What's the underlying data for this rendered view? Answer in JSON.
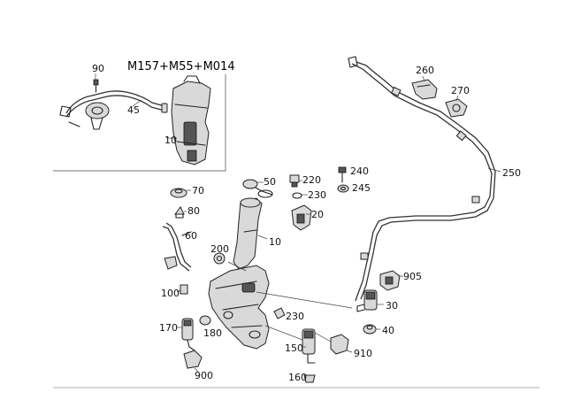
{
  "inset": {
    "title": "M157+M55+M014"
  },
  "callouts": {
    "p90": "90",
    "p45": "45",
    "p10_inset": "10",
    "p260": "260",
    "p270": "270",
    "p250": "250",
    "p240": "240",
    "p245": "245",
    "p220": "220",
    "p230a": "230",
    "p50": "50",
    "p20": "20",
    "p10": "10",
    "p70": "70",
    "p80": "80",
    "p60": "60",
    "p200": "200",
    "p100": "100",
    "p905": "905",
    "p30": "30",
    "p40": "40",
    "p230b": "230",
    "p170": "170",
    "p180": "180",
    "p150": "150",
    "p910": "910",
    "p900": "900",
    "p160": "160"
  }
}
